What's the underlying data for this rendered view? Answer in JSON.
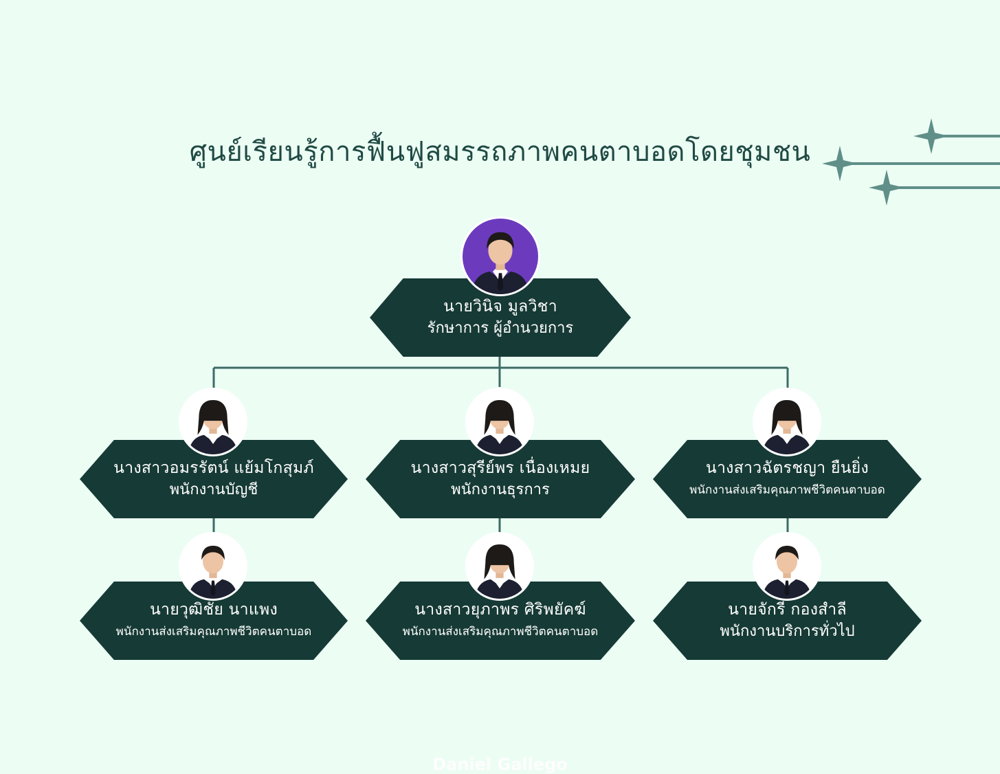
{
  "title": "ศูนย์เรียนรู้การฟื้นฟูสมรรถภาพคนตาบอดโดยชุมชน",
  "colors": {
    "background": "#ecfdf4",
    "card": "#163a35",
    "line": "#3d6b66",
    "title": "#1f4a43",
    "sparkle": "#5f8f88"
  },
  "nodes": [
    {
      "name": "นายวินิจ มูลวิชา",
      "role": "รักษาการ ผู้อำนวยการ",
      "avatar": "avatar-photo-director",
      "bg": "#6c3bbd",
      "gender": "m"
    },
    {
      "name": "นางสาวอมรรัตน์ แย้มโกสุมภ์",
      "role": "พนักงานบัญชี",
      "avatar": "avatar-photo",
      "bg": "#ffffff",
      "gender": "f"
    },
    {
      "name": "นางสาวสุรีย์พร เนื่องเหมย",
      "role": "พนักงานธุรการ",
      "avatar": "avatar-photo",
      "bg": "#ffffff",
      "gender": "f"
    },
    {
      "name": "นางสาวฉัตรชญา ยืนยิ่ง",
      "role": "พนักงานส่งเสริมคุณภาพชีวิตคนตาบอด",
      "avatar": "avatar-photo",
      "bg": "#ffffff",
      "gender": "f"
    },
    {
      "name": "นายวุฒิชัย นาแพง",
      "role": "พนักงานส่งเสริมคุณภาพชีวิตคนตาบอด",
      "avatar": "avatar-photo",
      "bg": "#ffffff",
      "gender": "m"
    },
    {
      "name": "นางสาวยุภาพร ศิริพยัคฆ์",
      "role": "พนักงานส่งเสริมคุณภาพชีวิตคนตาบอด",
      "avatar": "avatar-photo",
      "bg": "#ffffff",
      "gender": "f"
    },
    {
      "name": "นายจักรี กองสำลี",
      "role": "พนักงานบริการทั่วไป",
      "avatar": "avatar-photo",
      "bg": "#ffffff",
      "gender": "m"
    }
  ],
  "footer": "Daniel Gallego"
}
